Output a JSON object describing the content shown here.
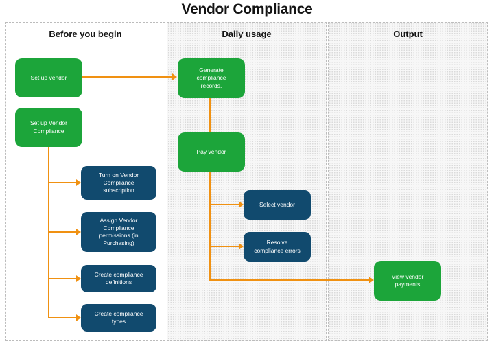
{
  "title": "Vendor Compliance",
  "columns": [
    {
      "label": "Before you begin"
    },
    {
      "label": "Daily usage"
    },
    {
      "label": "Output"
    }
  ],
  "nodes": {
    "setUpVendor": {
      "label": "Set up vendor"
    },
    "setUpVendorCompliance": {
      "label": "Set up Vendor\nCompliance"
    },
    "turnOnSubscription": {
      "label": "Turn on Vendor\nCompliance\nsubscription"
    },
    "assignPermissions": {
      "label": "Assign Vendor\nCompliance\npermissions (in\nPurchasing)"
    },
    "createDefinitions": {
      "label": "Create compliance\ndefinitions"
    },
    "createTypes": {
      "label": "Create compliance\ntypes"
    },
    "generateRecords": {
      "label": "Generate\ncompliance\nrecords."
    },
    "payVendor": {
      "label": "Pay vendor"
    },
    "selectVendor": {
      "label": "Select vendor"
    },
    "resolveErrors": {
      "label": "Resolve\ncompliance errors"
    },
    "viewPayments": {
      "label": "View vendor\npayments"
    }
  },
  "colors": {
    "node_green": "#1CA53A",
    "node_navy": "#114A6E",
    "connector_orange": "#F09112",
    "title_text": "#141414",
    "node_text": "#FFFFFF"
  }
}
